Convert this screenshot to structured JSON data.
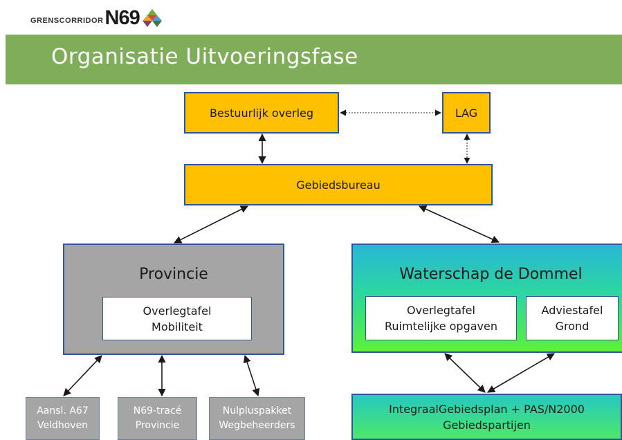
{
  "header": {
    "logo_small": "GRENSCORRIDOR",
    "logo_big": "N69",
    "title": "Organisatie Uitvoeringsfase"
  },
  "nodes": {
    "bestuurlijk": "Bestuurlijk overleg",
    "lag": "LAG",
    "gebiedsbureau": "Gebiedsbureau",
    "provincie": {
      "title": "Provincie",
      "overlegtafel": [
        "Overlegtafel",
        "Mobiliteit"
      ]
    },
    "waterschap": {
      "title": "Waterschap de Dommel",
      "overlegtafel": [
        "Overlegtafel",
        "Ruimtelijke opgaven"
      ],
      "adviestafel": [
        "Adviestafel",
        "Grond"
      ]
    },
    "aansl": [
      "Aansl. A67",
      "Veldhoven"
    ],
    "n69trace": [
      "N69-tracé",
      "Provincie"
    ],
    "nulplus": [
      "Nulpluspakket",
      "Wegbeheerders"
    ],
    "integraal": [
      "IntegraalGebiedsplan + PAS/N2000",
      "Gebiedspartijen"
    ]
  },
  "colors": {
    "banner": "#7fad5a",
    "orange": "#ffc000",
    "grey": "#a5a5a5",
    "border": "#2e5597"
  }
}
